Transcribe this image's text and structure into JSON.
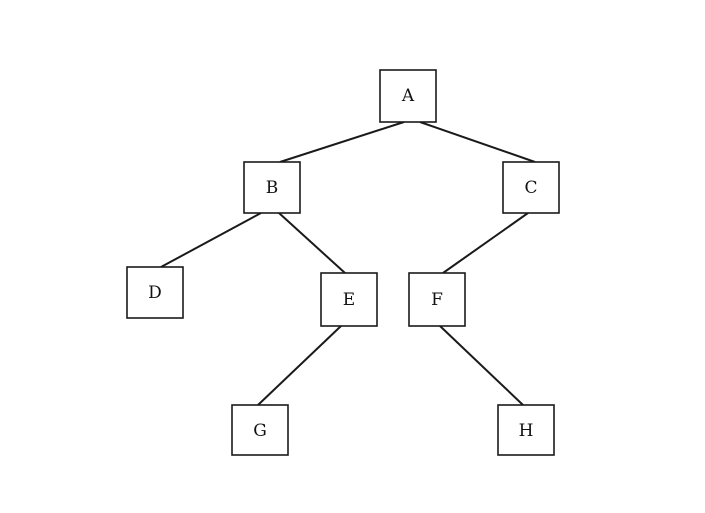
{
  "diagram": {
    "type": "binary-tree",
    "nodes": [
      {
        "id": "A",
        "label": "A"
      },
      {
        "id": "B",
        "label": "B"
      },
      {
        "id": "C",
        "label": "C"
      },
      {
        "id": "D",
        "label": "D"
      },
      {
        "id": "E",
        "label": "E"
      },
      {
        "id": "F",
        "label": "F"
      },
      {
        "id": "G",
        "label": "G"
      },
      {
        "id": "H",
        "label": "H"
      }
    ],
    "edges": [
      {
        "from": "A",
        "to": "B"
      },
      {
        "from": "A",
        "to": "C"
      },
      {
        "from": "B",
        "to": "D"
      },
      {
        "from": "B",
        "to": "E"
      },
      {
        "from": "C",
        "to": "F"
      },
      {
        "from": "E",
        "to": "G"
      },
      {
        "from": "F",
        "to": "H"
      }
    ]
  }
}
